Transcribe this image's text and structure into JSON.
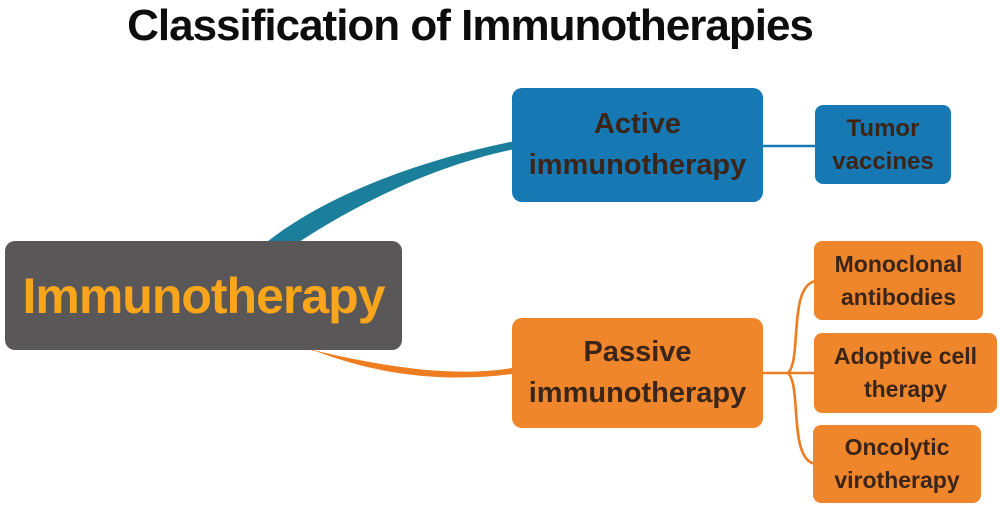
{
  "title": "Classification of Immunotherapies",
  "root": {
    "label": "Immunotherapy"
  },
  "nodes": {
    "active": {
      "lines": [
        "Active",
        "immunotherapy"
      ]
    },
    "tumor": {
      "lines": [
        "Tumor",
        "vaccines"
      ]
    },
    "passive": {
      "lines": [
        "Passive",
        "immunotherapy"
      ]
    },
    "mono": {
      "lines": [
        "Monoclonal",
        "antibodies"
      ]
    },
    "adoptive": {
      "lines": [
        "Adoptive cell",
        "therapy"
      ]
    },
    "onco": {
      "lines": [
        "Oncolytic",
        "virotherapy"
      ]
    }
  },
  "colors": {
    "node_blue": "#1779b3",
    "node_orange": "#f0862c",
    "root_gray": "#595757",
    "root_text": "#f9a61c",
    "node_text": "#3b2418",
    "link_teal": "#1b7e9b",
    "link_orange": "#ee7d22",
    "link_blue": "#1779b3",
    "title_text": "#0d0d0d",
    "background": "#ffffff"
  }
}
